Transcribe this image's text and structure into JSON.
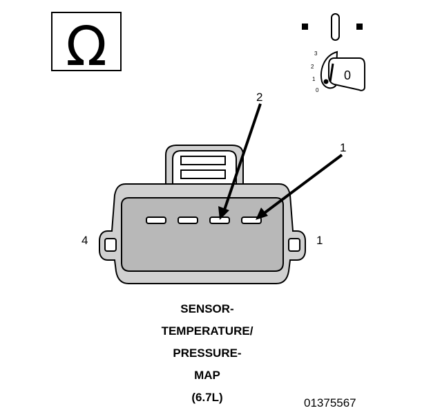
{
  "ohm_symbol": "Ω",
  "ignition": {
    "positions": [
      "3",
      "2",
      "1",
      "0"
    ],
    "key_label": "0"
  },
  "pin_labels": {
    "pin1": "1",
    "pin2": "2",
    "pin4": "4",
    "pin1_side": "1"
  },
  "caption": [
    "SENSOR-",
    "TEMPERATURE/",
    "PRESSURE-",
    "MAP",
    "(6.7L)"
  ],
  "figure_id": "01375567",
  "colors": {
    "line": "#000000",
    "body": "#d0d0d0",
    "inner": "#b8b8b8",
    "background": "#ffffff"
  }
}
